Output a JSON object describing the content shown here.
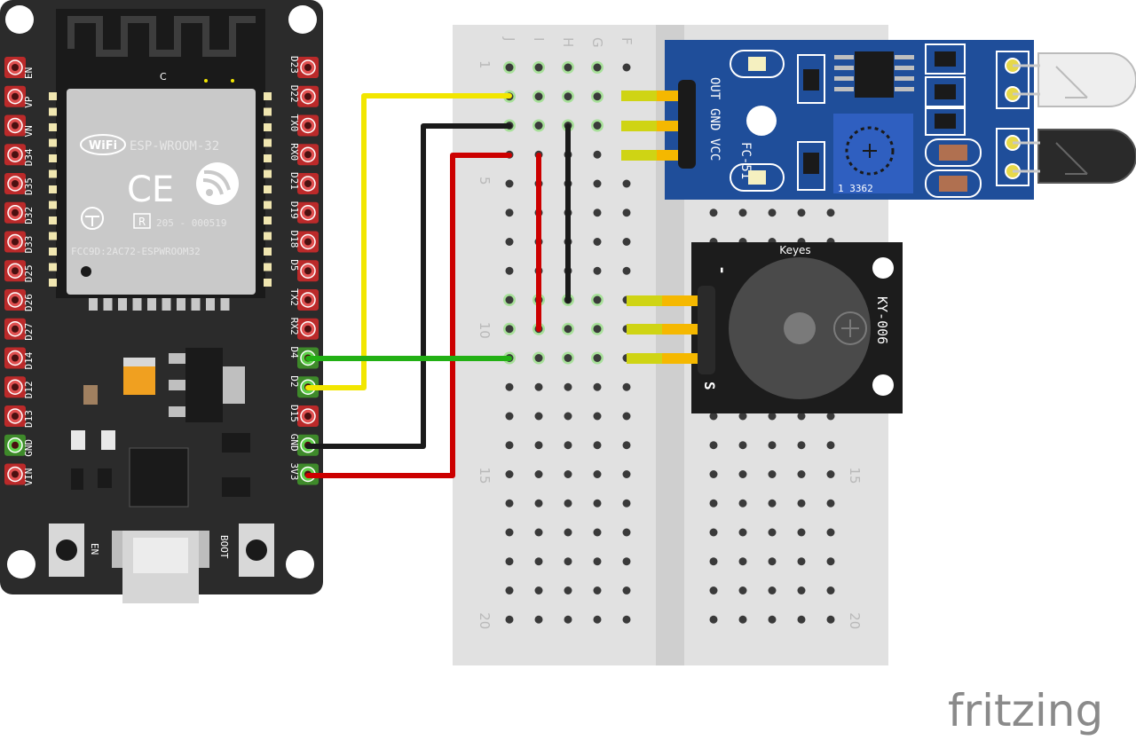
{
  "esp32": {
    "module_name": "ESP-WROOM-32",
    "wifi_text": "WiFi",
    "ce_mark": "CE",
    "cert_code": "205 - 000519",
    "fcc_id": "FCC9D:2AC72-ESPWROOM32",
    "antenna_mark": "C",
    "left_pins": [
      "EN",
      "VP",
      "VN",
      "D34",
      "D35",
      "D32",
      "D33",
      "D25",
      "D26",
      "D27",
      "D14",
      "D12",
      "D13",
      "GND",
      "VIN"
    ],
    "right_pins": [
      "D23",
      "D22",
      "TX0",
      "RX0",
      "D21",
      "D19",
      "D18",
      "D5",
      "TX2",
      "RX2",
      "D4",
      "D2",
      "D15",
      "GND",
      "3V3"
    ],
    "en_button_label": "EN",
    "boot_button_label": "BOOT"
  },
  "breadboard": {
    "columns": [
      "J",
      "I",
      "H",
      "G",
      "F"
    ],
    "row_numbers": [
      "1",
      "5",
      "10",
      "15",
      "20"
    ]
  },
  "ir_sensor": {
    "pin_labels": [
      "OUT",
      "GND",
      "VCC"
    ],
    "model": "FC-51",
    "pot_code": "1 3362"
  },
  "buzzer": {
    "brand": "Keyes",
    "model": "KY-006",
    "minus_label": "-",
    "signal_label": "S"
  },
  "colors": {
    "wire_yellow": "#f2e600",
    "wire_black": "#1a1a1a",
    "wire_red": "#cc0000",
    "wire_green": "#22b014",
    "board_dark": "#2b2b2b",
    "sensor_blue": "#1f4e9a",
    "buzzer_black": "#1c1c1c",
    "header_gold": "#f5b800"
  },
  "watermark": "fritzing"
}
